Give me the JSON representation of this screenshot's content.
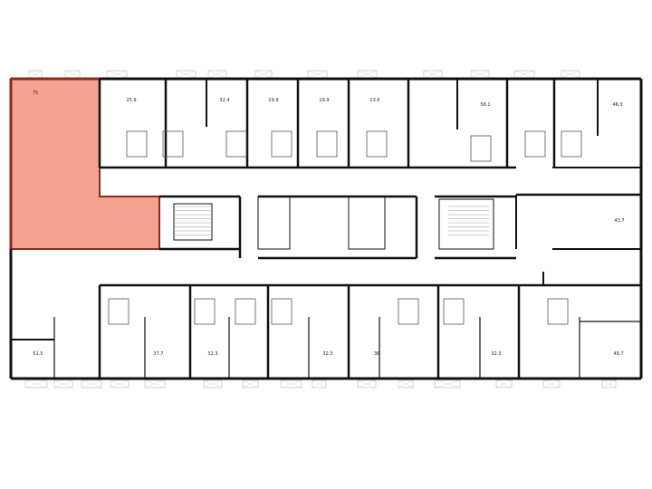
{
  "floor_plan": {
    "highlight_color": "#f5a390",
    "highlight_border": "#8a2a1c",
    "wall_color": "#111111",
    "selected_apartment": {
      "area": "75"
    },
    "apartments_top": [
      {
        "area": "25.9"
      },
      {
        "area": "32.4"
      },
      {
        "area": "19.9"
      },
      {
        "area": "19.9"
      },
      {
        "area": "23.6"
      },
      {
        "area": "58.1"
      },
      {
        "area": "46.3"
      }
    ],
    "apartments_right": [
      {
        "area": "43.7"
      }
    ],
    "apartments_bottom": [
      {
        "area": "51.5"
      },
      {
        "area": "37.7"
      },
      {
        "area": "32.3"
      },
      {
        "area": "32.3"
      },
      {
        "area": "36"
      },
      {
        "area": "32.3"
      },
      {
        "area": "49.7"
      }
    ]
  }
}
